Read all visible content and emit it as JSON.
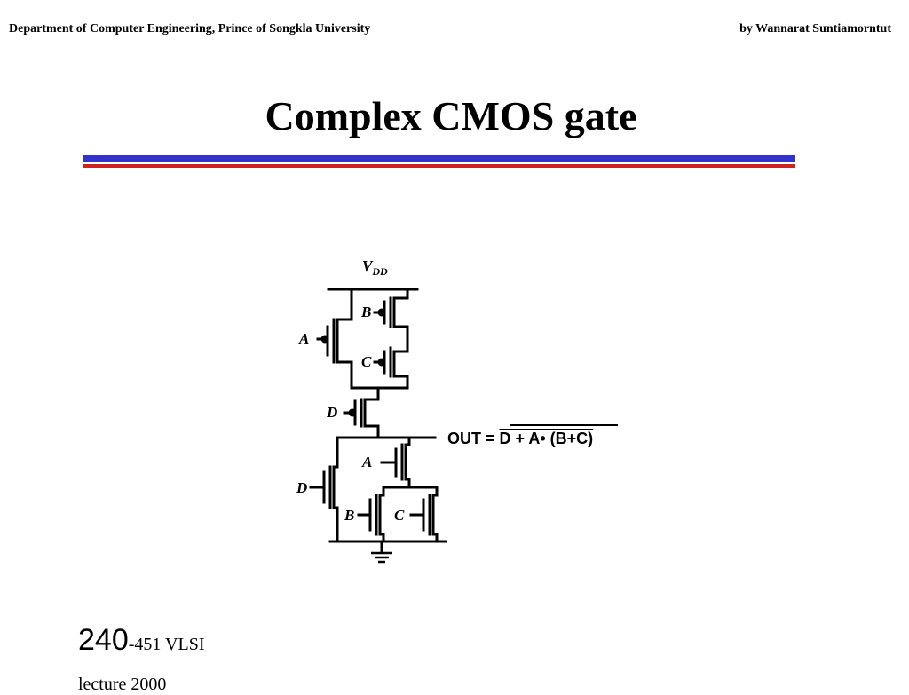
{
  "header": {
    "left": "Department of Computer Engineering, Prince of Songkla University",
    "right": "by Wannarat Suntiamorntut"
  },
  "title": "Complex CMOS gate",
  "colors": {
    "rule_blue": "#3333cc",
    "rule_red": "#cc2222",
    "wire": "#000000"
  },
  "circuit": {
    "supply_label": "V",
    "supply_subscript": "DD",
    "inputs": {
      "pA": "A",
      "pB": "B",
      "pC": "C",
      "pD": "D",
      "nA": "A",
      "nD": "D",
      "nB": "B",
      "nC": "C"
    },
    "output_prefix": "OUT = ",
    "output_expr": "D + A• (B+C)",
    "ground_icon": "ground-icon"
  },
  "footer": {
    "course_number": "240",
    "course_rest": "-451  VLSI",
    "line2": "lecture 2000"
  }
}
